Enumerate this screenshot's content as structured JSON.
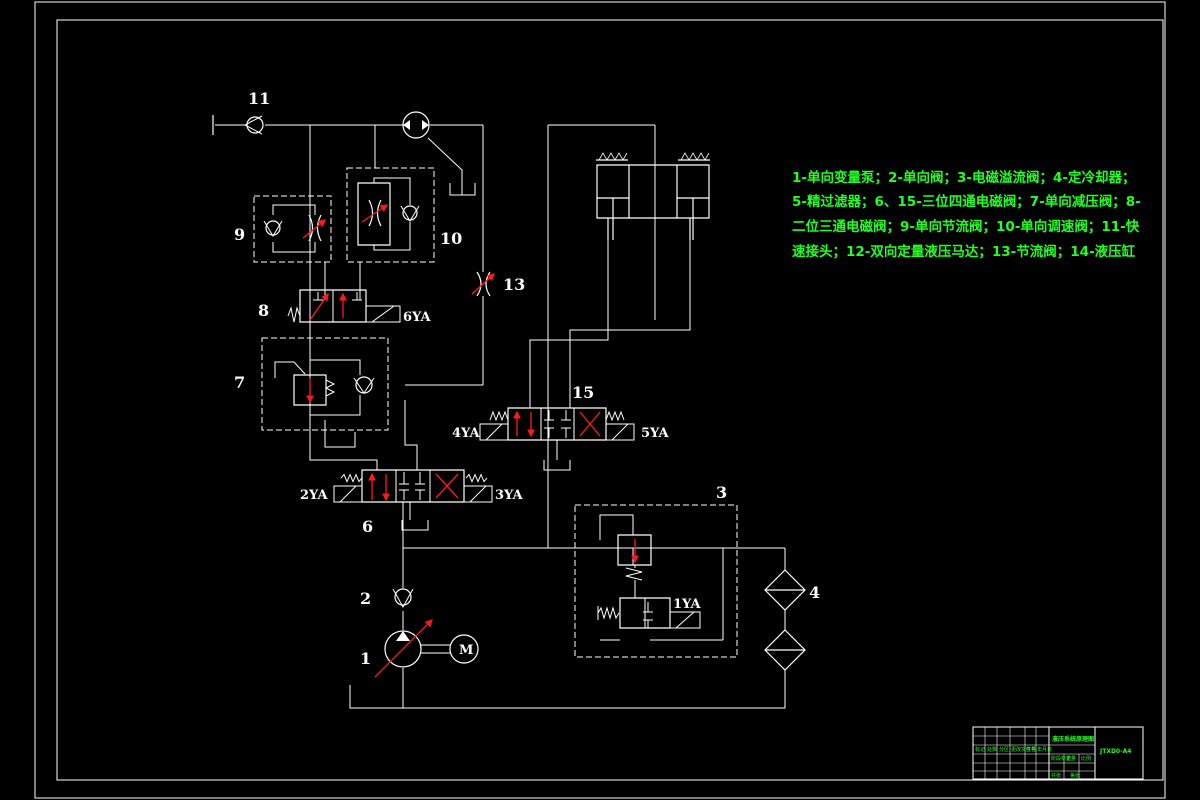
{
  "labels": {
    "c1": "1",
    "c2": "2",
    "c3": "3",
    "c4": "4",
    "c6": "6",
    "c7": "7",
    "c8": "8",
    "c9": "9",
    "c10": "10",
    "c11": "11",
    "c13": "13",
    "c15": "15",
    "ya1": "1YA",
    "ya2": "2YA",
    "ya3": "3YA",
    "ya4": "4YA",
    "ya5": "5YA",
    "ya6": "6YA",
    "motor": "M"
  },
  "legend": {
    "line1": "1-单向变量泵；2-单向阀；3-电磁溢流阀；4-定冷却器；",
    "line2": "5-精过滤器；6、15-三位四通电磁阀；7-单向减压阀；8-",
    "line3": "二位三通电磁阀；9-单向节流阀；10-单向调速阀；11-快",
    "line4": "速接头；12-双向定量液压马达；13-节流阀；14-液压缸"
  },
  "title_block": {
    "title": "液压系统原理图",
    "code": "JTXD0-A4",
    "cells": [
      "标记",
      "处数",
      "分区",
      "更改文件号",
      "签名",
      "年月日",
      "阶段标记",
      "重量",
      "比例",
      "共张",
      "第张"
    ]
  },
  "colors": {
    "background": "#000000",
    "line": "#ffffff",
    "symbol_accent": "#ff1a1a",
    "legend_text": "#22ff22"
  }
}
